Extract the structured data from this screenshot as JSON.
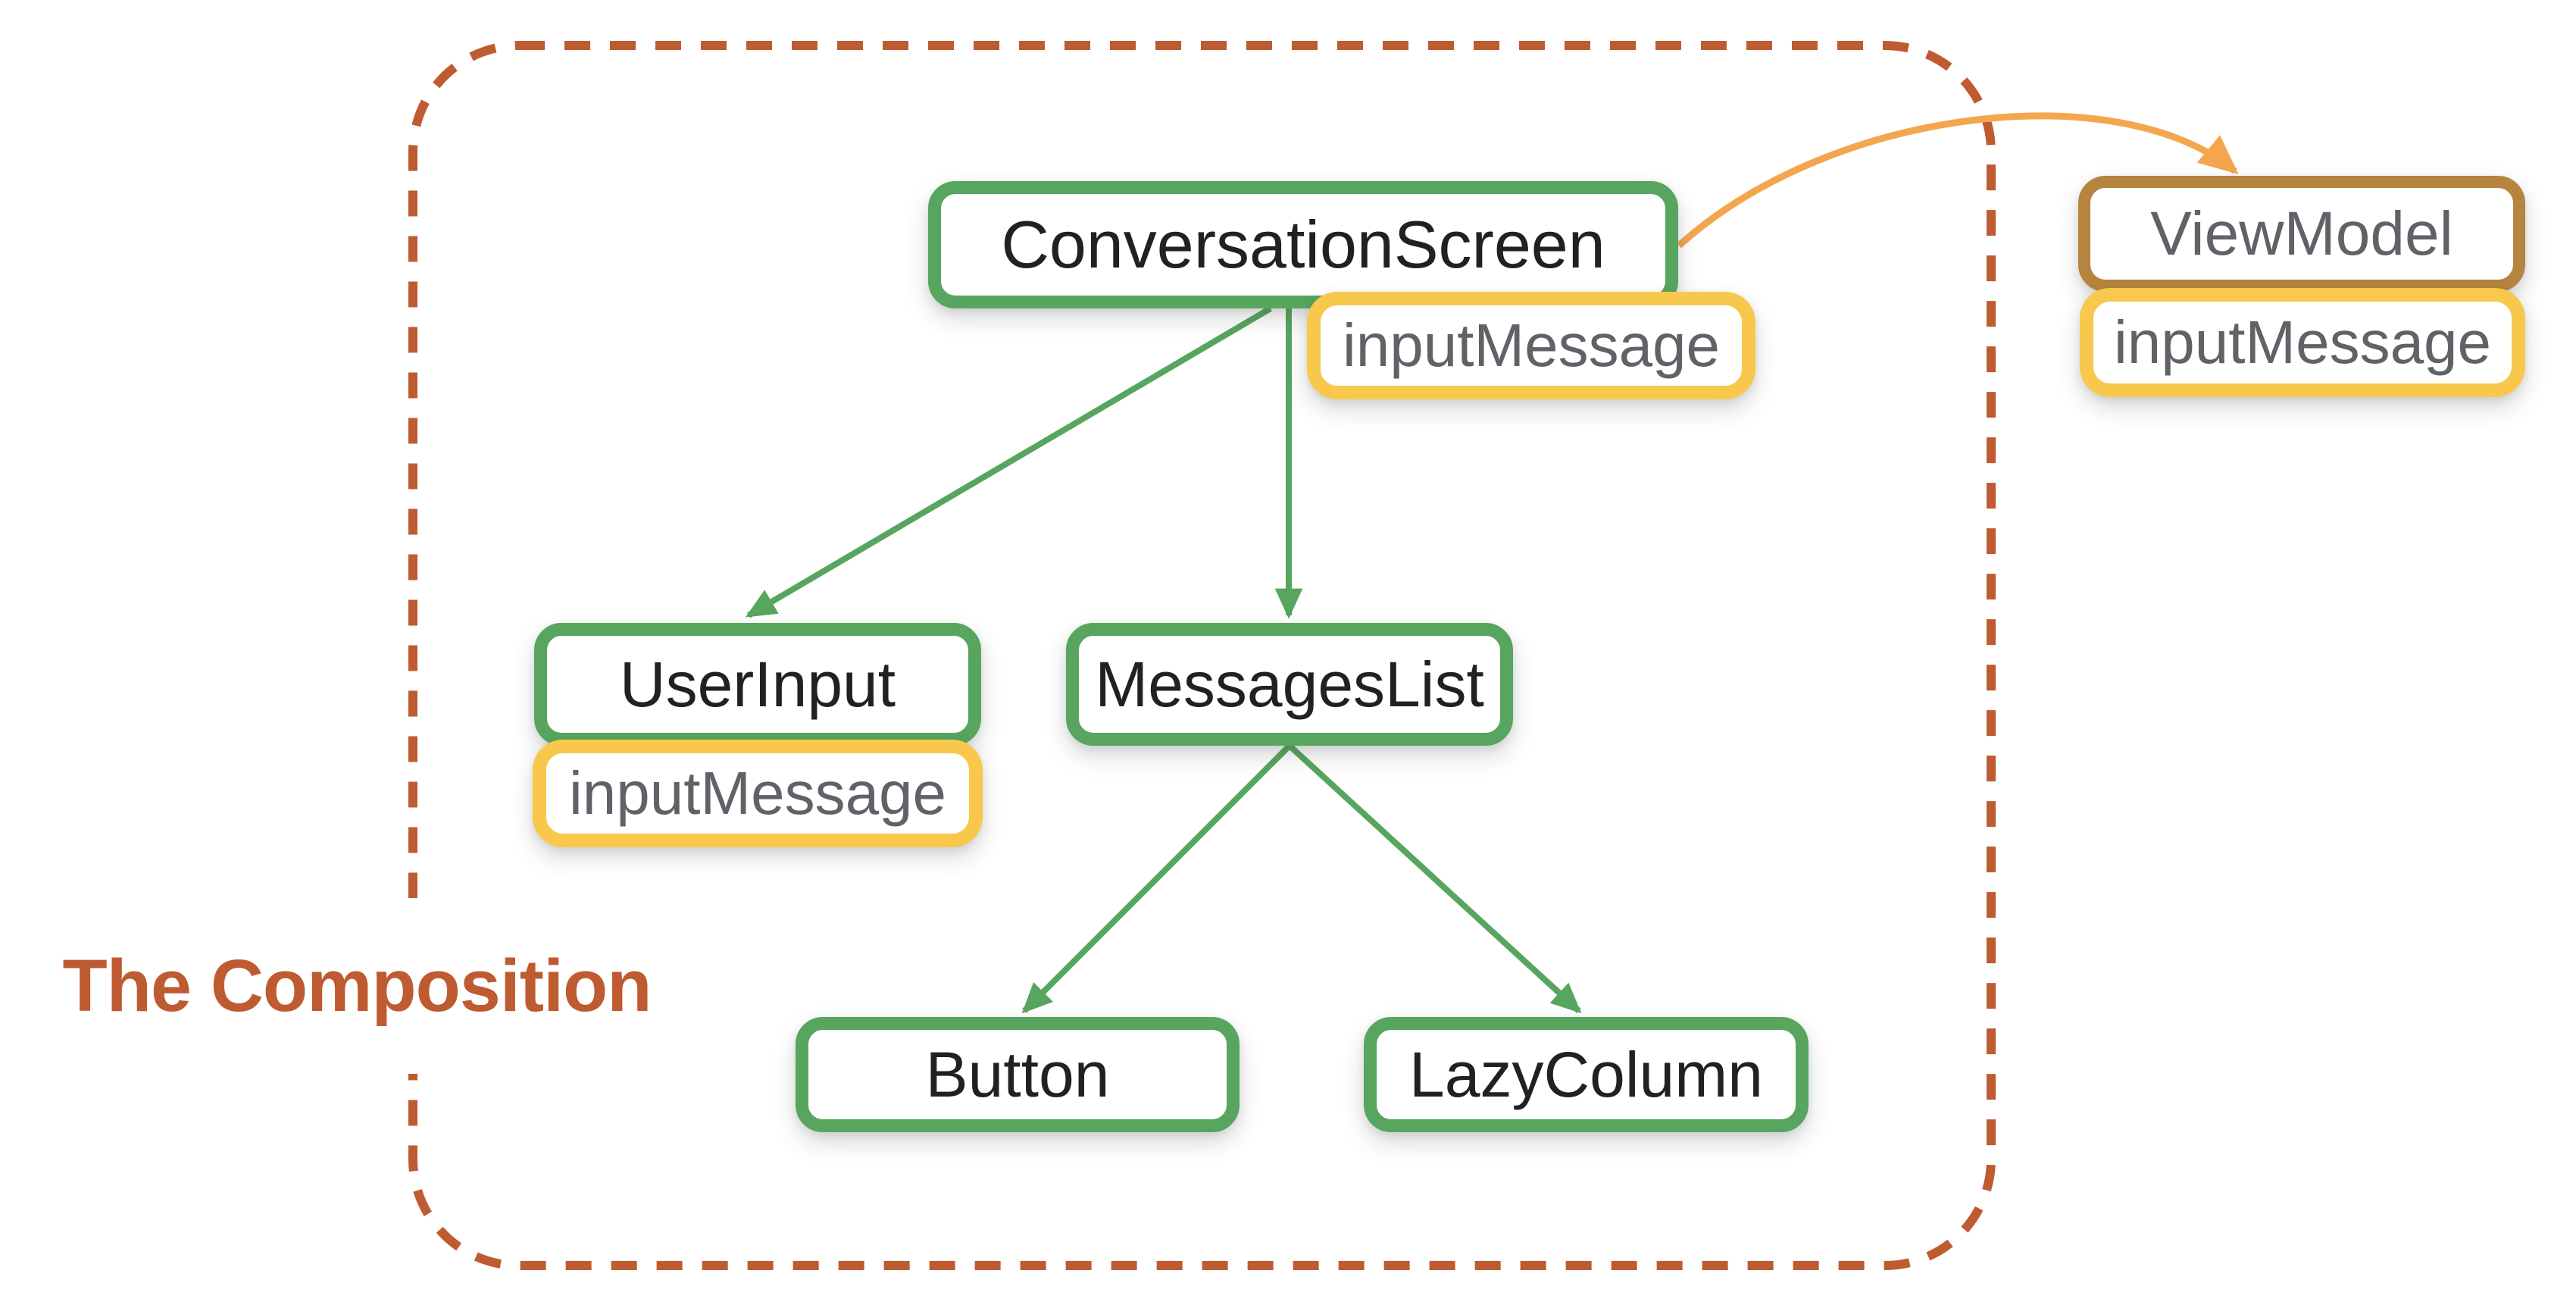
{
  "slide": {
    "caption": "The Composition",
    "nodes": {
      "conversation_screen": {
        "label": "ConversationScreen",
        "type": "composable"
      },
      "user_input": {
        "label": "UserInput",
        "type": "composable"
      },
      "messages_list": {
        "label": "MessagesList",
        "type": "composable"
      },
      "button": {
        "label": "Button",
        "type": "composable"
      },
      "lazy_column": {
        "label": "LazyColumn",
        "type": "composable"
      },
      "view_model": {
        "label": "ViewModel",
        "type": "viewmodel"
      }
    },
    "state_badges": {
      "conversation_screen": {
        "label": "inputMessage"
      },
      "user_input": {
        "label": "inputMessage"
      },
      "view_model": {
        "label": "inputMessage"
      }
    },
    "edges": [
      {
        "from": "conversation_screen",
        "to": "user_input",
        "style": "green-arrow"
      },
      {
        "from": "conversation_screen",
        "to": "messages_list",
        "style": "green-arrow"
      },
      {
        "from": "messages_list",
        "to": "button",
        "style": "green-arrow"
      },
      {
        "from": "messages_list",
        "to": "lazy_column",
        "style": "green-arrow"
      },
      {
        "from": "conversation_screen",
        "to": "view_model",
        "style": "orange-curved-arrow"
      }
    ]
  },
  "colors": {
    "background": "#FFFFFF",
    "composable_border": "#57A55E",
    "state_border": "#F8C84C",
    "viewmodel_border": "#B5843E",
    "arrow_orange": "#F4A64F",
    "boundary_border": "#BE5B30",
    "caption_text": "#BE5B30",
    "composable_text": "#202124",
    "secondary_text": "#5F6368"
  }
}
